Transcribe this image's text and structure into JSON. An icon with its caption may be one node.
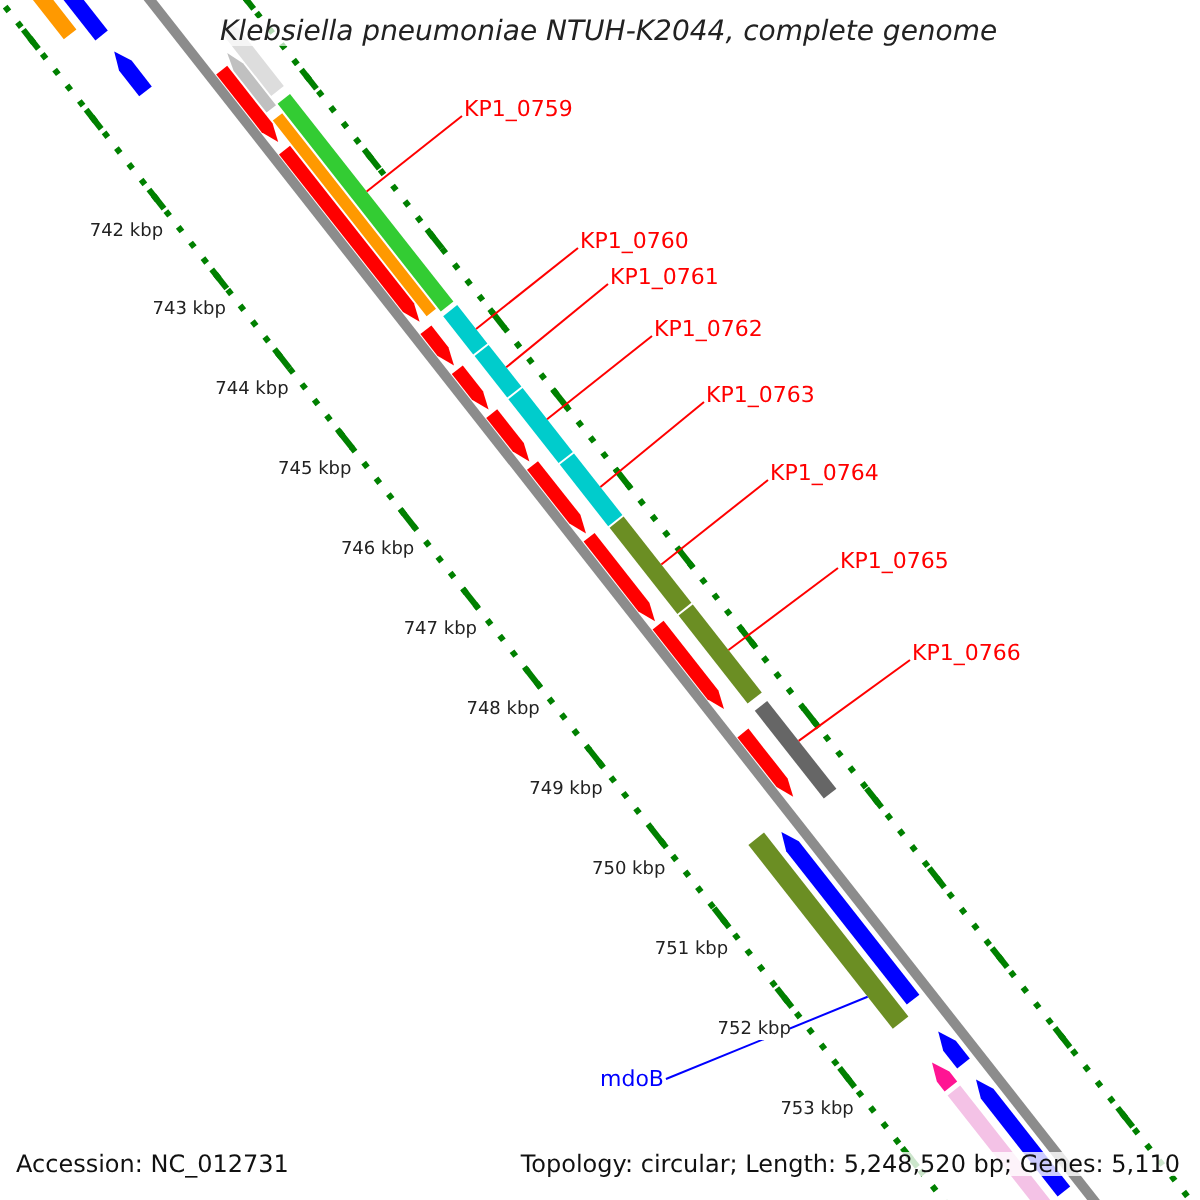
{
  "diagram": {
    "title": "Klebsiella pneumoniae NTUH-K2044, complete genome",
    "nodes": [
      {
        "text": [
          "KP1_0759"
        ]
      },
      {
        "text": [
          "KP1_0760"
        ]
      },
      {
        "text": [
          "KP1_0761"
        ]
      },
      {
        "text": [
          "KP1_0762"
        ]
      },
      {
        "text": [
          "KP1_0763"
        ]
      },
      {
        "text": [
          "KP1_0764"
        ]
      },
      {
        "text": [
          "KP1_0765"
        ]
      },
      {
        "text": [
          "KP1_0766"
        ]
      },
      {
        "text": [
          "mdoB"
        ]
      },
      {
        "text": [],
        "shape": "bar"
      },
      {
        "text": [],
        "shape": "bar"
      },
      {
        "text": [],
        "shape": "bar"
      },
      {
        "text": [],
        "shape": "bar"
      },
      {
        "text": [],
        "shape": "bar"
      },
      {
        "text": [],
        "shape": "bar"
      },
      {
        "text": [],
        "shape": "bar"
      },
      {
        "text": [],
        "shape": "bar"
      },
      {
        "text": [],
        "shape": "bar"
      },
      {
        "text": [],
        "shape": "bar"
      },
      {
        "text": [],
        "shape": "bar"
      },
      {
        "text": [],
        "shape": "bar"
      },
      {
        "text": [],
        "shape": "bar"
      },
      {
        "text": [],
        "shape": "bar"
      },
      {
        "text": [],
        "shape": "bar"
      },
      {
        "text": [],
        "shape": "bar"
      },
      {
        "text": [],
        "shape": "bar"
      },
      {
        "text": [],
        "shape": "bar"
      },
      {
        "text": [],
        "shape": "bar"
      },
      {
        "text": [],
        "shape": "bar"
      },
      {
        "text": [],
        "shape": "bar"
      },
      {
        "text": [],
        "shape": "bar"
      },
      {
        "text": [],
        "shape": "bar"
      },
      {
        "text": [],
        "shape": "bar"
      },
      {
        "text": [],
        "shape": "bar"
      },
      {
        "text": [],
        "shape": "bar"
      },
      {
        "text": [],
        "shape": "bar"
      },
      {
        "text": [],
        "shape": "bar"
      },
      {
        "text": [],
        "shape": "bar"
      }
    ],
    "edges": [
      {
        "from": 0,
        "to": 15,
        "arrow": "none"
      },
      {
        "from": 1,
        "to": 18,
        "arrow": "none"
      },
      {
        "from": 2,
        "to": 20,
        "arrow": "none"
      },
      {
        "from": 3,
        "to": 22,
        "arrow": "none"
      },
      {
        "from": 4,
        "to": 24,
        "arrow": "none"
      },
      {
        "from": 5,
        "to": 26,
        "arrow": "none"
      },
      {
        "from": 6,
        "to": 28,
        "arrow": "none"
      },
      {
        "from": 7,
        "to": 30,
        "arrow": "none"
      },
      {
        "from": 8,
        "to": 33,
        "arrow": "none",
        "color": "#0000ff"
      }
    ],
    "labels": [
      "742 kbp",
      "743 kbp",
      "744 kbp",
      "745 kbp",
      "746 kbp",
      "747 kbp",
      "748 kbp",
      "749 kbp",
      "750 kbp",
      "751 kbp",
      "752 kbp",
      "753 kbp",
      "Accession: NC_012731",
      "Topology: circular; Length: 5,248,520 bp; Genes: 5,110"
    ]
  }
}
